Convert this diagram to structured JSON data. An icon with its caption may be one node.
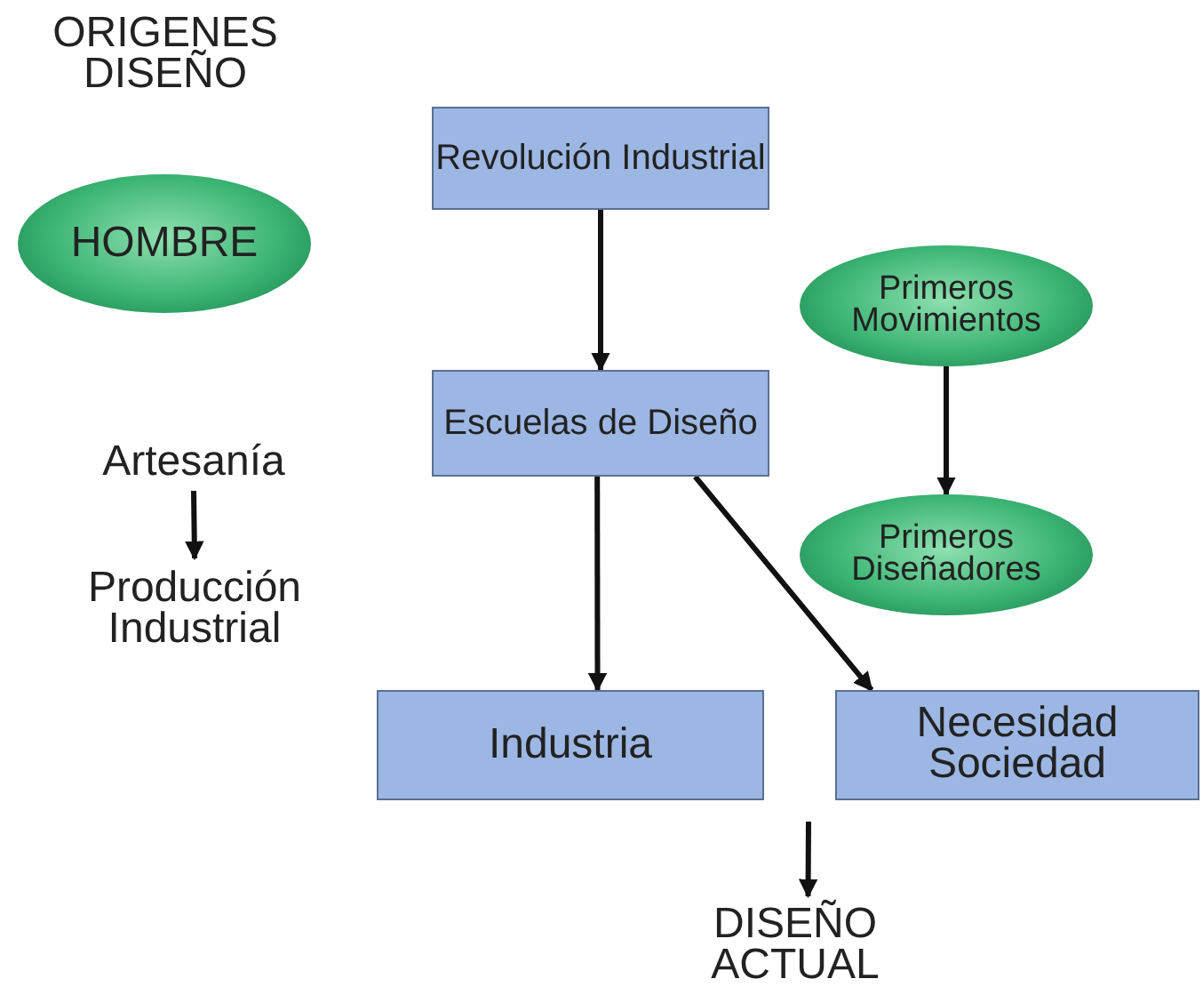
{
  "diagram": {
    "title": "ORIGENES DISEÑO",
    "nodes": [
      {
        "text": [
          "HOMBRE"
        ]
      },
      {
        "text": [
          "Revolución Industrial"
        ]
      },
      {
        "text": [
          "Primeros Movimientos"
        ]
      },
      {
        "text": [
          "Escuelas de Diseño"
        ]
      },
      {
        "text": [
          "Artesanía"
        ]
      },
      {
        "text": [
          "Primeros Diseñadores"
        ]
      },
      {
        "text": [
          "Producción Industrial"
        ]
      },
      {
        "text": [
          "Industria"
        ]
      },
      {
        "text": [
          "Necesidad Sociedad"
        ]
      },
      {
        "text": [
          "DISEÑO ACTUAL"
        ]
      }
    ],
    "edges": [
      {
        "from": 1,
        "to": 3,
        "arrow": "to"
      },
      {
        "from": 2,
        "to": 5,
        "arrow": "to"
      },
      {
        "from": 4,
        "to": 6,
        "arrow": "to"
      },
      {
        "from": 3,
        "to": 7,
        "arrow": "to"
      },
      {
        "from": 3,
        "to": 8,
        "arrow": "to"
      },
      {
        "from": null,
        "to": 9,
        "arrow": "to"
      }
    ]
  }
}
